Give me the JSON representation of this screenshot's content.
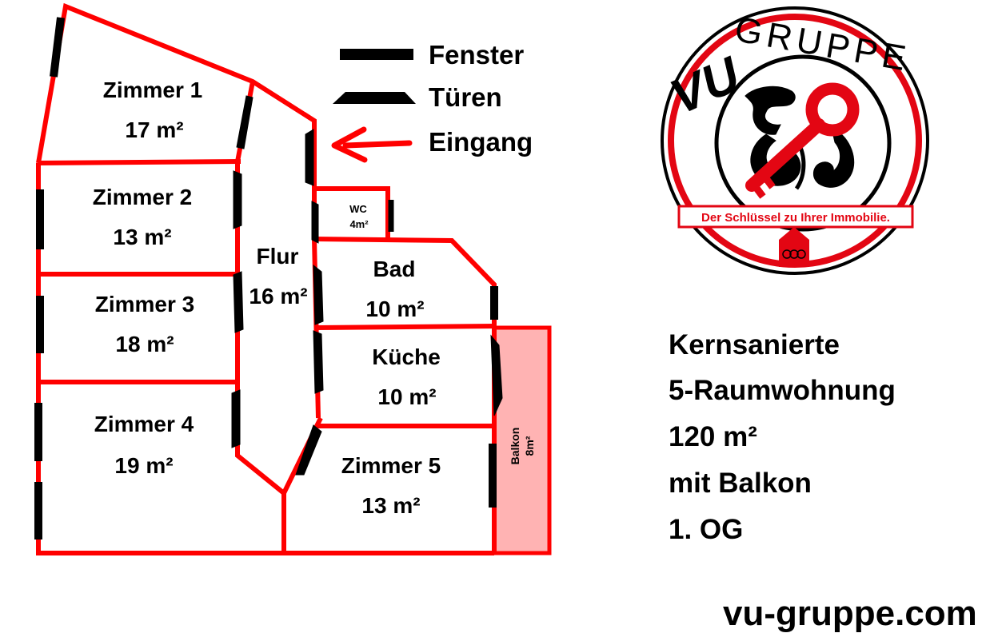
{
  "floorplan": {
    "rooms": {
      "zimmer1": {
        "name": "Zimmer 1",
        "area": "17 m²"
      },
      "zimmer2": {
        "name": "Zimmer 2",
        "area": "13 m²"
      },
      "zimmer3": {
        "name": "Zimmer 3",
        "area": "18 m²"
      },
      "zimmer4": {
        "name": "Zimmer 4",
        "area": "19 m²"
      },
      "flur": {
        "name": "Flur",
        "area": "16 m²"
      },
      "wc": {
        "name": "WC",
        "area": "4m²"
      },
      "bad": {
        "name": "Bad",
        "area": "10 m²"
      },
      "kueche": {
        "name": "Küche",
        "area": "10 m²"
      },
      "zimmer5": {
        "name": "Zimmer 5",
        "area": "13 m²"
      },
      "balkon": {
        "name": "Balkon",
        "area": "8m²"
      }
    },
    "colors": {
      "walls": "#ff0000",
      "balcony_fill": "#ffb3b3",
      "openings": "#000000"
    }
  },
  "legend": {
    "fenster": "Fenster",
    "tueren": "Türen",
    "eingang": "Eingang"
  },
  "logo": {
    "brand_vu": "VU",
    "brand_gruppe": "GRUPPE",
    "slogan": "Der Schlüssel zu Ihrer Immobilie.",
    "colors": {
      "red": "#e30613",
      "black": "#000000"
    }
  },
  "info": {
    "line1": "Kernsanierte",
    "line2": "5-Raumwohnung",
    "line3": "120 m²",
    "line4": "mit Balkon",
    "line5": "1. OG"
  },
  "website": "vu-gruppe.com"
}
